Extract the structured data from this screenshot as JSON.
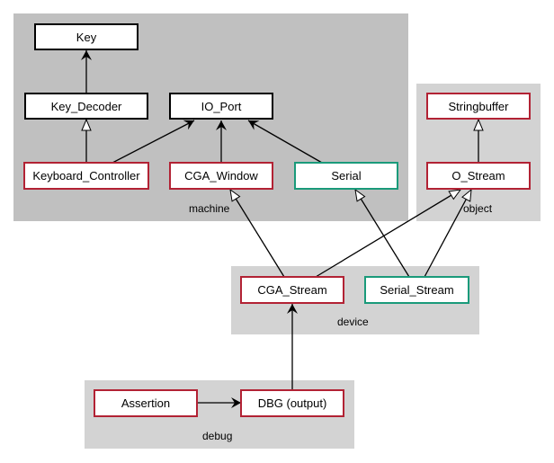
{
  "clusters": {
    "machine": {
      "label": "machine"
    },
    "object": {
      "label": "object"
    },
    "device": {
      "label": "device"
    },
    "debug": {
      "label": "debug"
    }
  },
  "nodes": {
    "key": {
      "label": "Key",
      "style": "black"
    },
    "key_decoder": {
      "label": "Key_Decoder",
      "style": "black"
    },
    "io_port": {
      "label": "IO_Port",
      "style": "black"
    },
    "keyboard_controller": {
      "label": "Keyboard_Controller",
      "style": "red"
    },
    "cga_window": {
      "label": "CGA_Window",
      "style": "red"
    },
    "serial": {
      "label": "Serial",
      "style": "green"
    },
    "stringbuffer": {
      "label": "Stringbuffer",
      "style": "red"
    },
    "o_stream": {
      "label": "O_Stream",
      "style": "red"
    },
    "cga_stream": {
      "label": "CGA_Stream",
      "style": "red"
    },
    "serial_stream": {
      "label": "Serial_Stream",
      "style": "green"
    },
    "assertion": {
      "label": "Assertion",
      "style": "red"
    },
    "dbg_output": {
      "label": "DBG (output)",
      "style": "red"
    }
  },
  "edges": [
    {
      "from": "key_decoder",
      "to": "key",
      "type": "dependency"
    },
    {
      "from": "keyboard_controller",
      "to": "key_decoder",
      "type": "inheritance"
    },
    {
      "from": "keyboard_controller",
      "to": "io_port",
      "type": "dependency"
    },
    {
      "from": "cga_window",
      "to": "io_port",
      "type": "dependency"
    },
    {
      "from": "serial",
      "to": "io_port",
      "type": "dependency"
    },
    {
      "from": "o_stream",
      "to": "stringbuffer",
      "type": "inheritance"
    },
    {
      "from": "cga_stream",
      "to": "cga_window",
      "type": "inheritance"
    },
    {
      "from": "cga_stream",
      "to": "o_stream",
      "type": "inheritance"
    },
    {
      "from": "serial_stream",
      "to": "serial",
      "type": "inheritance"
    },
    {
      "from": "serial_stream",
      "to": "o_stream",
      "type": "inheritance"
    },
    {
      "from": "dbg_output",
      "to": "cga_stream",
      "type": "dependency"
    },
    {
      "from": "assertion",
      "to": "dbg_output",
      "type": "dependency"
    }
  ],
  "colors": {
    "machine_bg": "#c0c0c0",
    "other_cluster_bg": "#d3d3d3",
    "red_border": "#b22234",
    "green_border": "#1a9a7a",
    "black_border": "#000000"
  }
}
